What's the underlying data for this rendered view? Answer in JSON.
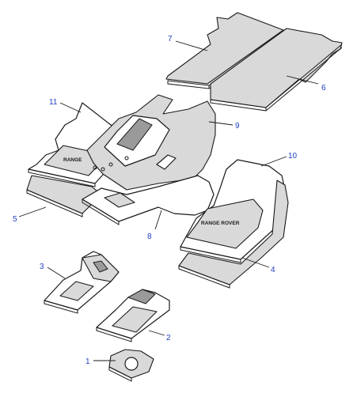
{
  "callouts": {
    "c1": "1",
    "c2": "2",
    "c3": "3",
    "c4": "4",
    "c5": "5",
    "c6": "6",
    "c7": "7",
    "c8": "8",
    "c9": "9",
    "c10": "10",
    "c11": "11"
  },
  "badges": {
    "front_left": "RANGE",
    "front_right": "RANGE ROVER"
  },
  "colors": {
    "callout": "#1f3fbf",
    "line": "#1a1a1a",
    "shade": "#d9d9d9"
  }
}
